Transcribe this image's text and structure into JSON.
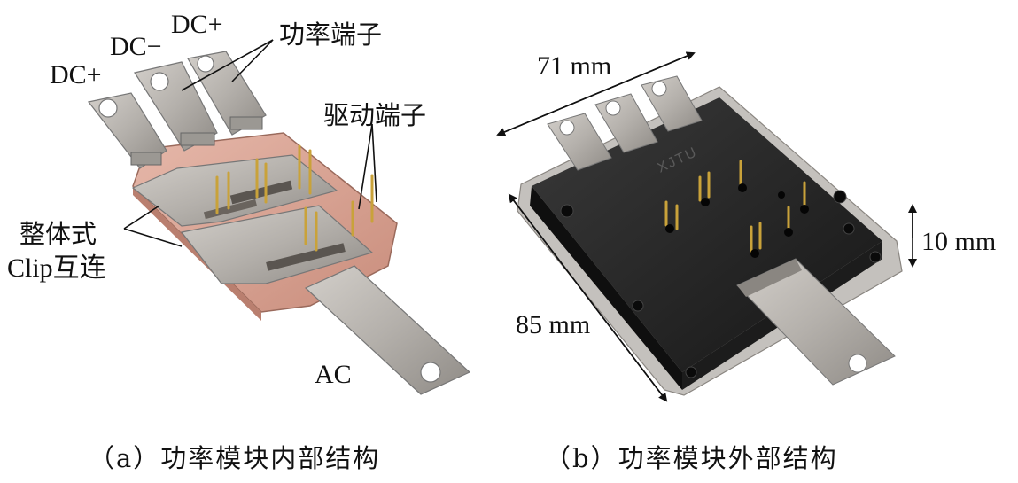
{
  "panel_a": {
    "labels": {
      "dc_plus_left": "DC+",
      "dc_minus": "DC−",
      "dc_plus_top": "DC+",
      "power_terminal": "功率端子",
      "drive_terminal": "驱动端子",
      "clip_line1": "整体式",
      "clip_line2": "Clip互连",
      "ac": "AC"
    },
    "caption": "（a）功率模块内部结构"
  },
  "panel_b": {
    "labels": {
      "width": "71 mm",
      "height": "10 mm",
      "length": "85 mm",
      "brand": "XJTU"
    },
    "caption": "（b）功率模块外部结构"
  },
  "colors": {
    "metal": "#b4b0ab",
    "pcb": "#d9a89a",
    "housing": "#232323",
    "pin": "#c9a23a"
  }
}
